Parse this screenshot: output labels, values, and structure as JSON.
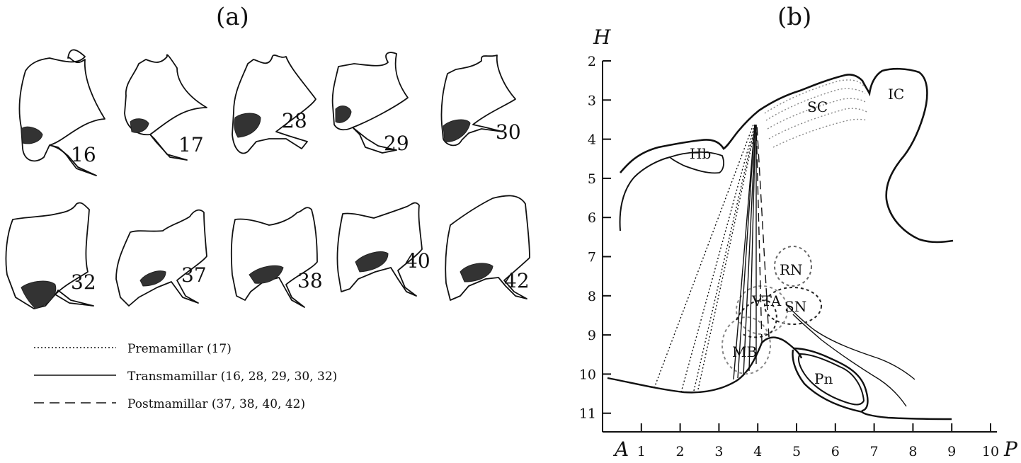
{
  "panel_a": {
    "label": "(a)",
    "sections": [
      "16",
      "17",
      "28",
      "29",
      "30",
      "32",
      "37",
      "38",
      "40",
      "42"
    ],
    "legend": [
      {
        "style": "dotted",
        "label": "Premamillar (17)"
      },
      {
        "style": "solid",
        "label": "Transmamillar (16, 28, 29, 30, 32)"
      },
      {
        "style": "dashed",
        "label": "Postmamillar (37, 38, 40, 42)"
      }
    ]
  },
  "panel_b": {
    "label": "(b)",
    "y_axis_label": "H",
    "x_axis_label_left": "A",
    "x_axis_label_right": "P",
    "y_ticks": [
      "2",
      "3",
      "4",
      "5",
      "6",
      "7",
      "8",
      "9",
      "10",
      "11"
    ],
    "x_ticks": [
      "1",
      "2",
      "3",
      "4",
      "5",
      "6",
      "7",
      "8",
      "9",
      "10"
    ],
    "structures": [
      "SC",
      "IC",
      "Hb",
      "RN",
      "VTA",
      "SN",
      "MB",
      "Pn"
    ]
  },
  "colors": {
    "ink": "#111111",
    "lesion": "#333333",
    "dotted_region": "#888888"
  }
}
